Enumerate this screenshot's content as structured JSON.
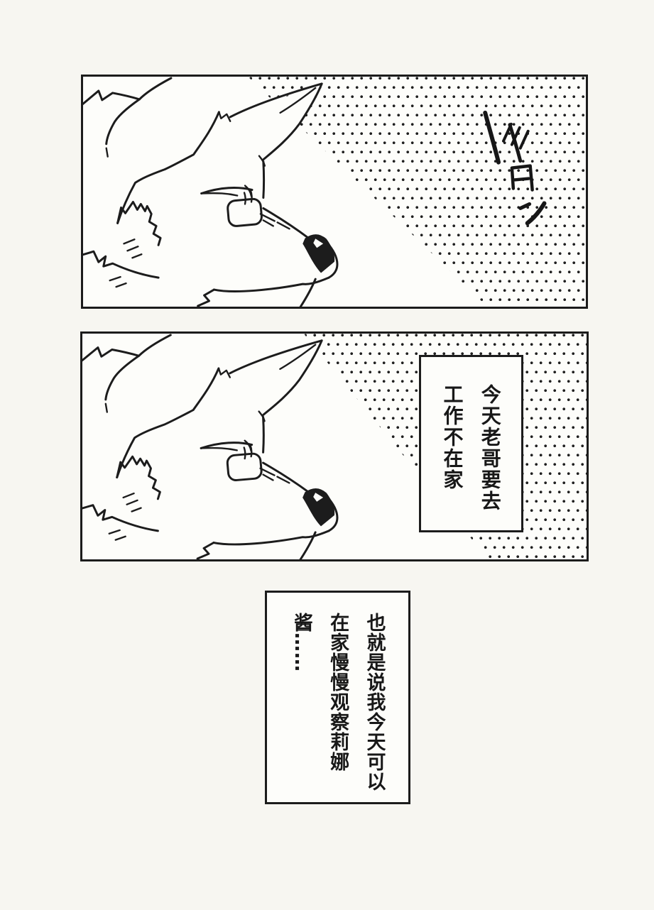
{
  "page": {
    "kind": "manga page, two panels + narration box",
    "colors": {
      "paper": "#f7f6f1",
      "panel_fill": "#fdfdfa",
      "ink": "#1c1c1c"
    }
  },
  "panel1": {
    "description": "white wolf head in profile facing right, wearing small glasses, halftone dot tone upper-right",
    "sfx_text": "バタン"
  },
  "panel2": {
    "description": "same wolf profile, halftone tone upper-right, vertical speech box",
    "speech_lines": [
      "今天老哥要去",
      "工作不在家"
    ]
  },
  "narration": {
    "lines": [
      "也就是说我今天可以",
      "在家慢慢观察莉娜酱……"
    ]
  }
}
